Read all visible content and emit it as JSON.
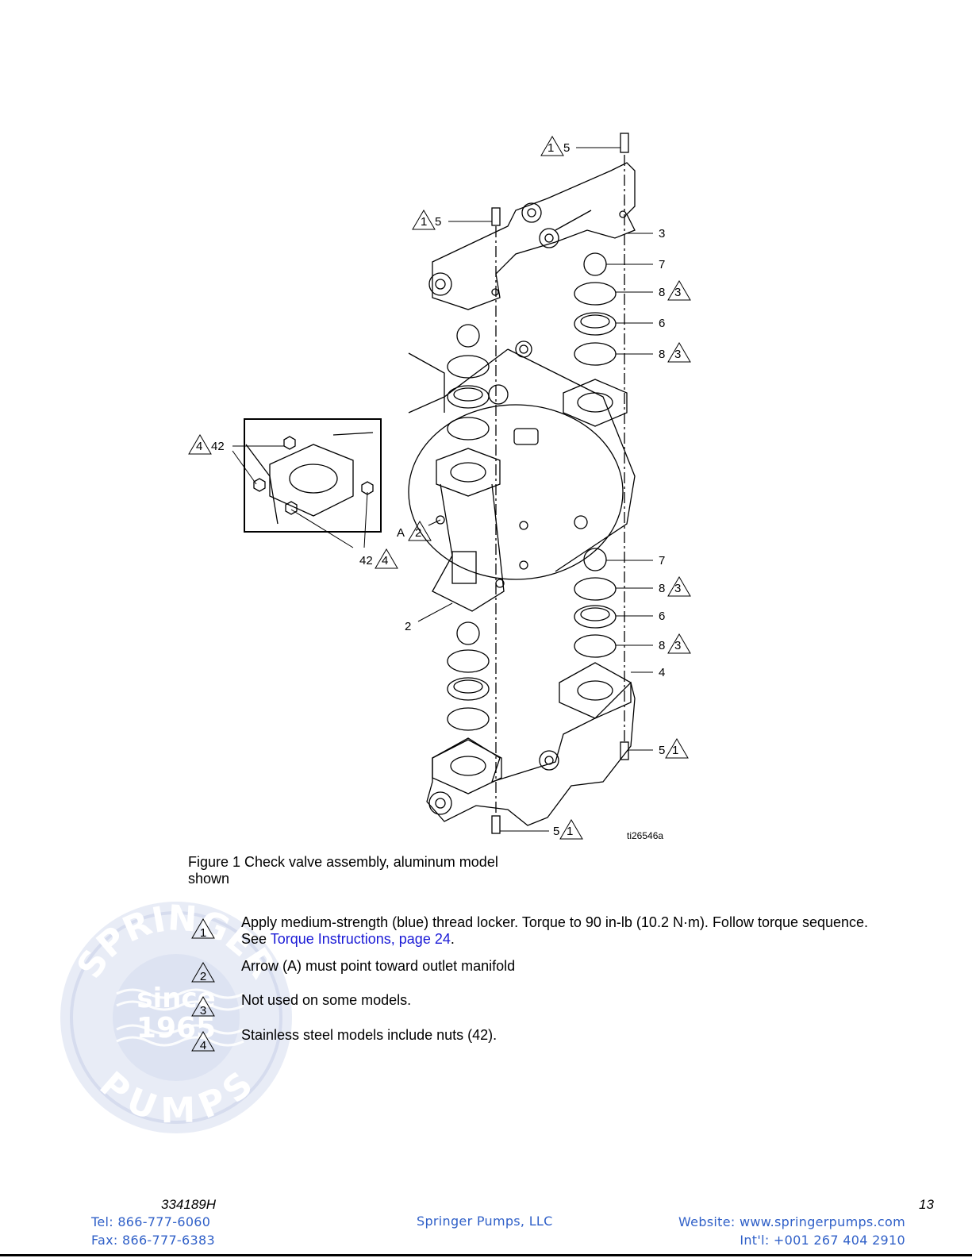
{
  "figure": {
    "callouts": {
      "top_bolt": {
        "num": "5",
        "tri": "1"
      },
      "left_bolt": {
        "num": "5",
        "tri": "1"
      },
      "manifold_top": "3",
      "ball_top": "7",
      "oring_top_a": {
        "num": "8",
        "tri": "3"
      },
      "seat_top": "6",
      "oring_top_b": {
        "num": "8",
        "tri": "3"
      },
      "inset_nut_a": {
        "tri": "4",
        "num": "42"
      },
      "inset_nut_b": {
        "num": "42",
        "tri": "4"
      },
      "arrow_a": {
        "letter": "A",
        "tri": "2"
      },
      "fluid_cover": "2",
      "ball_bottom": "7",
      "oring_bot_a": {
        "num": "8",
        "tri": "3"
      },
      "seat_bottom": "6",
      "oring_bot_b": {
        "num": "8",
        "tri": "3"
      },
      "manifold_bottom": "4",
      "right_bolt_bottom": {
        "num": "5",
        "tri": "1"
      },
      "left_bolt_bottom": {
        "num": "5",
        "tri": "1"
      },
      "figure_id": "ti26546a"
    },
    "caption": "Figure 1   Check valve assembly, aluminum model shown"
  },
  "notes": [
    {
      "marker": "1",
      "text": "Apply medium-strength (blue) thread locker.  Torque to 90 in-lb (10.2 N·m).  Follow torque sequence.  See ",
      "link": "Torque Instructions, page 24",
      "after": "."
    },
    {
      "marker": "2",
      "text": "Arrow (A) must point toward outlet manifold"
    },
    {
      "marker": "3",
      "text": "Not used on some models."
    },
    {
      "marker": "4",
      "text": "Stainless steel models include nuts (42)."
    }
  ],
  "watermark": {
    "top": "SPRINGER",
    "middle_a": "since",
    "middle_b": "1965",
    "bottom": "PUMPS"
  },
  "footer": {
    "doc_number": "334189H",
    "page_number": "13",
    "tel": "Tel:  866-777-6060",
    "fax": "Fax: 866-777-6383",
    "company": "Springer Pumps, LLC",
    "website": "Website: www.springerpumps.com",
    "intl": "Int'l: +001 267 404 2910"
  }
}
